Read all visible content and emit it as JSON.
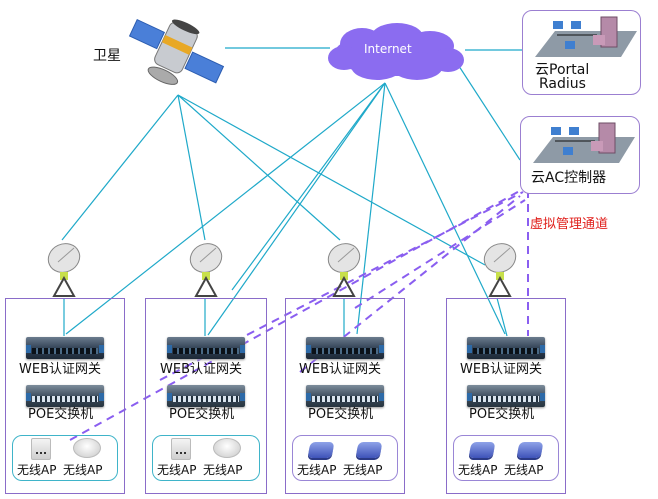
{
  "diagram": {
    "satellite": {
      "label": "卫星",
      "icon": "satellite-icon"
    },
    "internet": {
      "label": "Internet",
      "color": "#8b6cf0",
      "icon": "cloud-icon"
    },
    "portal_server": {
      "label_line1": "云Portal",
      "label_line2": "Radius",
      "icon": "network-lan-icon"
    },
    "ac_controller": {
      "label": "云AC控制器",
      "icon": "network-lan-icon"
    },
    "virtual_channel": {
      "label": "虚拟管理通道",
      "color": "#e0201c"
    },
    "colors": {
      "link": "#1fa9c9",
      "virtual_link": "#8a5ef0",
      "branch_border": "#8a6cc9",
      "ap_box_border_teal": "#3fb4c9",
      "ap_box_border_purple": "#9a86d6"
    },
    "branches": [
      {
        "gateway": "WEB认证网关",
        "switch": "POE交换机",
        "ap_style": "white",
        "aps": [
          "无线AP",
          "无线AP"
        ]
      },
      {
        "gateway": "WEB认证网关",
        "switch": "POE交换机",
        "ap_style": "white",
        "aps": [
          "无线AP",
          "无线AP"
        ]
      },
      {
        "gateway": "WEB认证网关",
        "switch": "POE交换机",
        "ap_style": "blue",
        "aps": [
          "无线AP",
          "无线AP"
        ]
      },
      {
        "gateway": "WEB认证网关",
        "switch": "POE交换机",
        "ap_style": "blue",
        "aps": [
          "无线AP",
          "无线AP"
        ]
      }
    ]
  }
}
